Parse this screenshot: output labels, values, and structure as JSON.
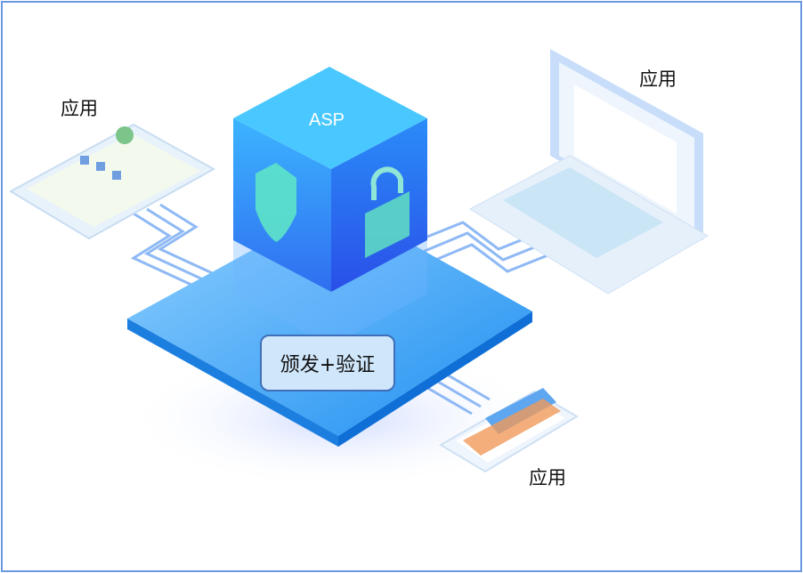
{
  "labels": {
    "cube_title": "ASP",
    "center_box": "颁发+验证",
    "app_left": "应用",
    "app_right": "应用",
    "app_bottom": "应用"
  },
  "colors": {
    "frame": "#6a98e0",
    "platform": "#3aa3f5",
    "cube": "#2f7ff0",
    "box_fill": "#cfe6fb",
    "box_border": "#3e6fb8"
  }
}
